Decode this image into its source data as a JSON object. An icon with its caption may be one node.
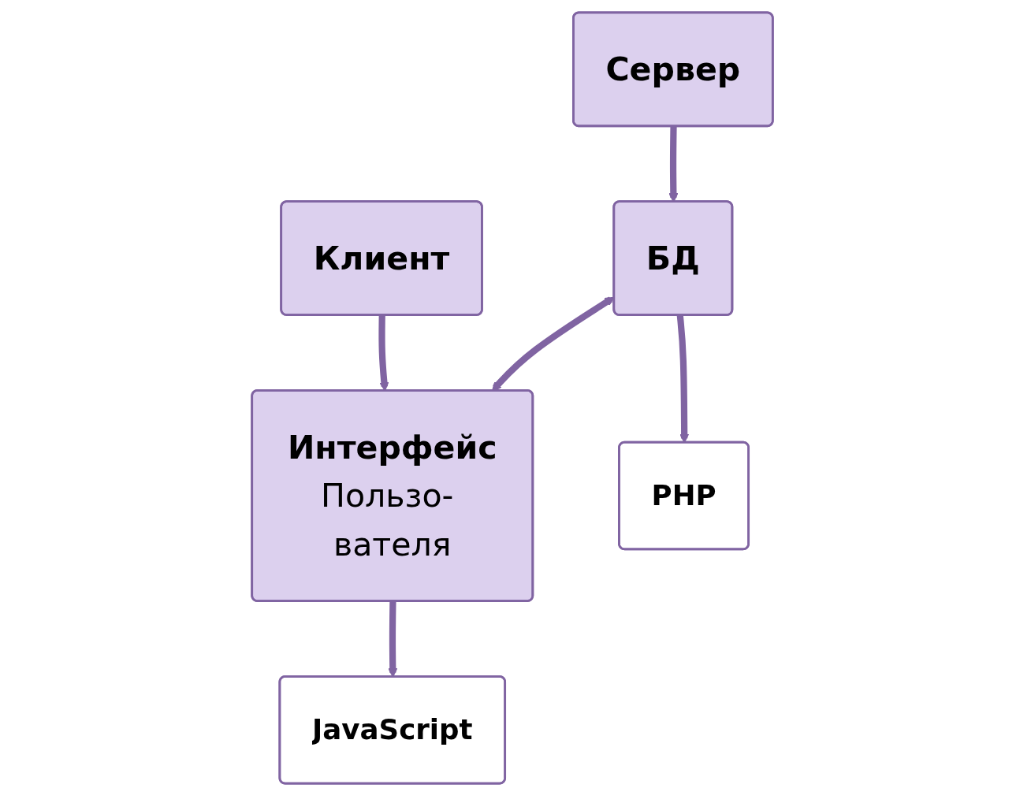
{
  "diagram": {
    "nodes": [
      {
        "text": [
          "Сервер"
        ]
      },
      {
        "text": [
          "Клиент"
        ]
      },
      {
        "text": [
          "БД"
        ]
      },
      {
        "text": [
          "Интерфейс",
          "Пользо- вателя"
        ]
      },
      {
        "text": [
          "PHP"
        ]
      },
      {
        "text": [
          "JavaScript"
        ]
      }
    ],
    "edges": [
      {
        "from": 0,
        "to": 2,
        "arrow": "to"
      },
      {
        "from": 1,
        "to": 3,
        "arrow": "to"
      },
      {
        "from": 2,
        "to": 3,
        "arrow": "both"
      },
      {
        "from": 2,
        "to": 4,
        "arrow": "to"
      },
      {
        "from": 3,
        "to": 5,
        "arrow": "to"
      }
    ]
  }
}
